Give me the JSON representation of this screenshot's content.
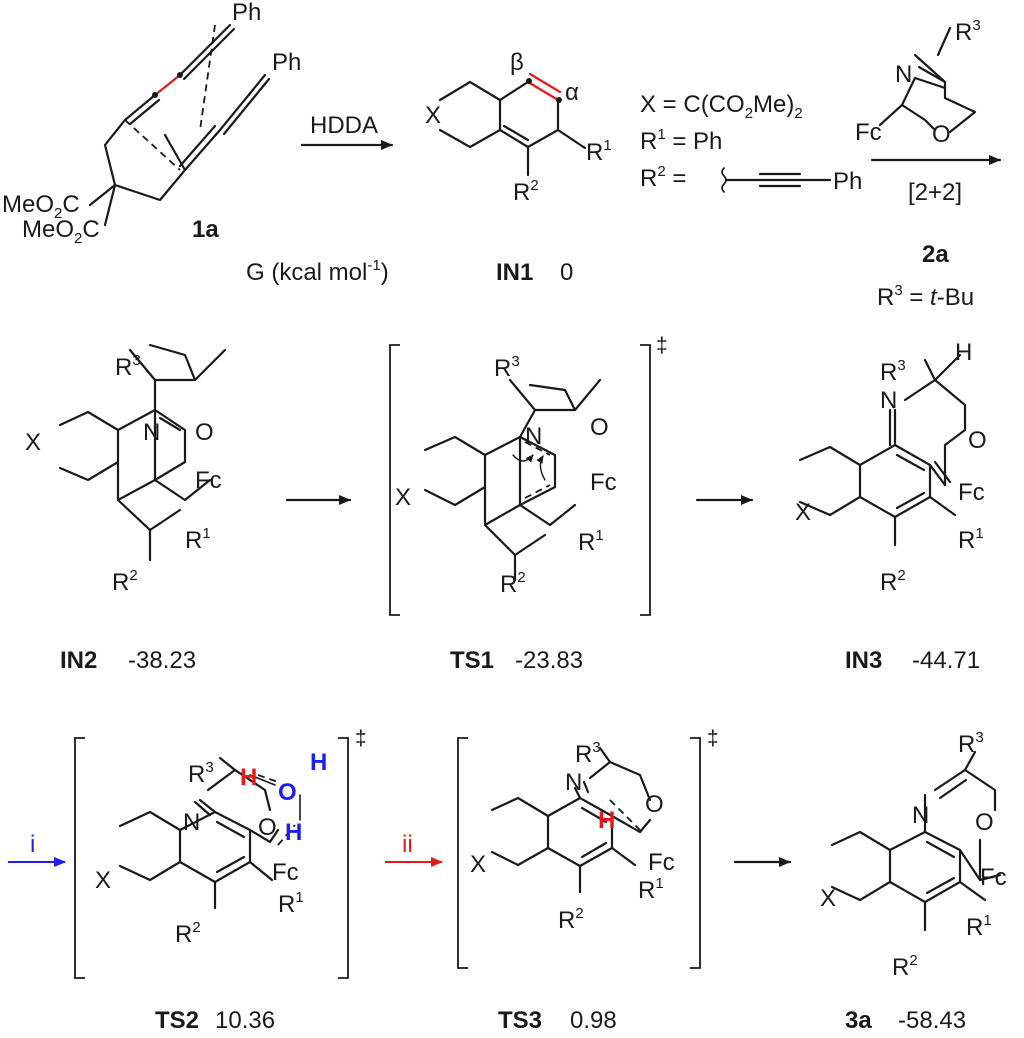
{
  "colors": {
    "ink": "#1a1a1a",
    "step_i": "#1e1ef0",
    "step_ii": "#e31a1a",
    "hydrogen_red": "#e31a1a",
    "water_blue": "#1e1ef0"
  },
  "row1": {
    "hdda_label": "HDDA",
    "x_def": "X = C(CO",
    "x_def_sub": "2",
    "x_def_end": "Me)",
    "x_def_sub2": "2",
    "r1_def": "R",
    "r1_def_sup": "1",
    "r1_def_end": " = Ph",
    "r2_def": "R",
    "r2_def_sup": "2",
    "r2_def_end": " =",
    "r2_ph": "Ph",
    "cycloadd_label": "[2+2]",
    "energy_header": "G  (kcal mol",
    "energy_header_sup": "-1",
    "energy_header_end": ")"
  },
  "compounds": {
    "c1a": {
      "label": "1a"
    },
    "c2a": {
      "label": "2a",
      "r3_prefix": "R",
      "r3_sup": "3",
      "r3_mid": " = ",
      "r3_ital": "t",
      "r3_end": "-Bu"
    },
    "IN1": {
      "label": "IN1",
      "energy": "0"
    },
    "IN2": {
      "label": "IN2",
      "energy": "-38.23"
    },
    "TS1": {
      "label": "TS1",
      "energy": "-23.83"
    },
    "IN3": {
      "label": "IN3",
      "energy": "-44.71"
    },
    "TS2": {
      "label": "TS2",
      "energy": "10.36"
    },
    "TS3": {
      "label": "TS3",
      "energy": "0.98"
    },
    "c3a": {
      "label": "3a",
      "energy": "-58.43"
    }
  },
  "atoms": {
    "ph": "Ph",
    "meo2c_1": "MeO",
    "meo2c_sub": "2",
    "meo2c_c": "C",
    "x": "X",
    "n": "N",
    "o": "O",
    "h": "H",
    "fc": "Fc",
    "r": "R",
    "s1": "1",
    "s2": "2",
    "s3": "3",
    "beta": "β",
    "alpha": "α",
    "dagger": "‡"
  },
  "steps": {
    "i": "i",
    "ii": "ii"
  }
}
